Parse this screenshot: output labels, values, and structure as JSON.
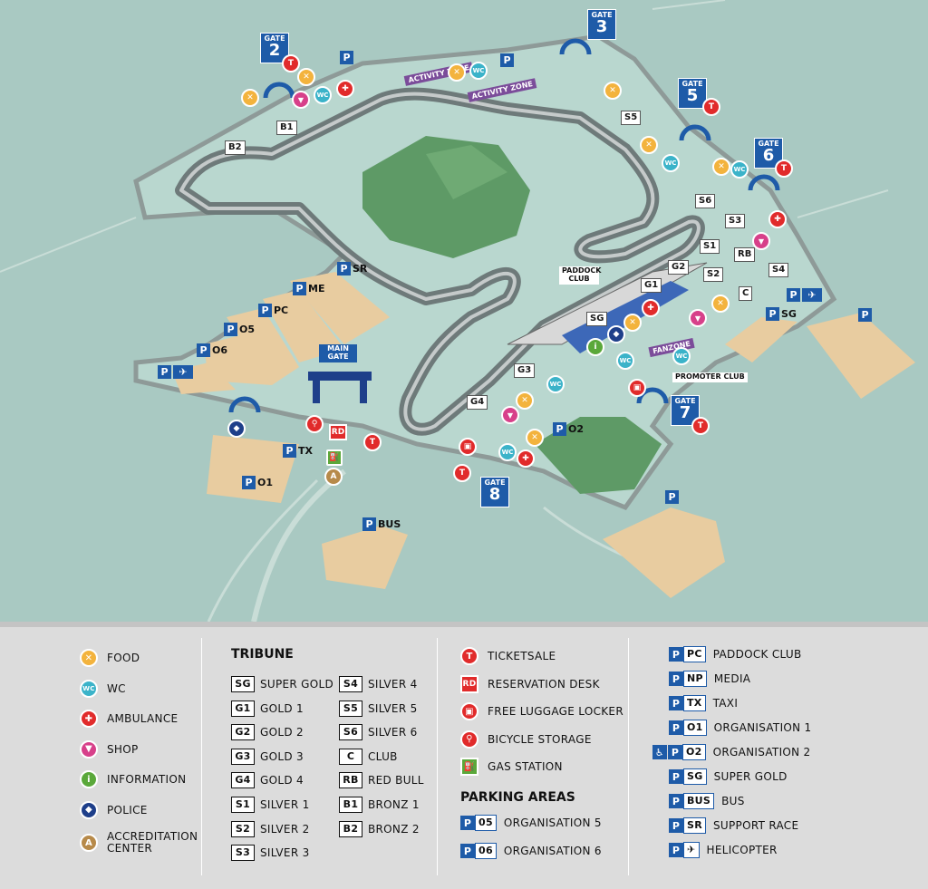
{
  "map": {
    "gates": [
      {
        "id": "gate2",
        "label": "GATE",
        "num": "2"
      },
      {
        "id": "gate3",
        "label": "GATE",
        "num": "3"
      },
      {
        "id": "gate5",
        "label": "GATE",
        "num": "5"
      },
      {
        "id": "gate6",
        "label": "GATE",
        "num": "6"
      },
      {
        "id": "gate7",
        "label": "GATE",
        "num": "7"
      },
      {
        "id": "gate8",
        "label": "GATE",
        "num": "8"
      }
    ],
    "main_gate": "MAIN GATE",
    "paddock_club": "PADDOCK CLUB",
    "promoter_club": "PROMOTER CLUB",
    "fanzone": "FANZONE",
    "activity_zone": "ACTIVITY ZONE",
    "tribunes": [
      "B1",
      "B2",
      "S5",
      "S6",
      "S3",
      "S1",
      "RB",
      "S2",
      "S4",
      "C",
      "G2",
      "G1",
      "SG",
      "G3",
      "G4"
    ],
    "parking": [
      {
        "id": "sr",
        "code": "SR"
      },
      {
        "id": "me",
        "code": "ME"
      },
      {
        "id": "pc",
        "code": "PC"
      },
      {
        "id": "o5",
        "code": "O5"
      },
      {
        "id": "o6",
        "code": "O6"
      },
      {
        "id": "tx",
        "code": "TX"
      },
      {
        "id": "o1",
        "code": "O1"
      },
      {
        "id": "bus",
        "code": "BUS"
      },
      {
        "id": "o2",
        "code": "O2"
      },
      {
        "id": "sg",
        "code": "SG"
      }
    ],
    "p_letter": "P",
    "rd": "RD",
    "t": "T",
    "wc": "WC",
    "a": "A",
    "i": "i"
  },
  "legend": {
    "services": [
      {
        "label": "FOOD",
        "color": "#f3b33d",
        "glyph": "✕",
        "icon": "food-icon"
      },
      {
        "label": "WC",
        "color": "#3bb3c9",
        "glyph": "WC",
        "icon": "wc-icon"
      },
      {
        "label": "AMBULANCE",
        "color": "#e12b2b",
        "glyph": "✚",
        "icon": "ambulance-icon"
      },
      {
        "label": "SHOP",
        "color": "#d7408a",
        "glyph": "▼",
        "icon": "shop-icon"
      },
      {
        "label": "INFORMATION",
        "color": "#5aa83a",
        "glyph": "i",
        "icon": "information-icon"
      },
      {
        "label": "POLICE",
        "color": "#1e3f8a",
        "glyph": "◆",
        "icon": "police-icon"
      },
      {
        "label": "ACCREDITATION CENTER",
        "color": "#b78a4a",
        "glyph": "A",
        "icon": "accreditation-icon"
      }
    ],
    "tribune_title": "TRIBUNE",
    "tribune_col1": [
      {
        "code": "SG",
        "name": "SUPER GOLD"
      },
      {
        "code": "G1",
        "name": "GOLD 1"
      },
      {
        "code": "G2",
        "name": "GOLD 2"
      },
      {
        "code": "G3",
        "name": "GOLD 3"
      },
      {
        "code": "G4",
        "name": "GOLD 4"
      },
      {
        "code": "S1",
        "name": "SILVER 1"
      },
      {
        "code": "S2",
        "name": "SILVER 2"
      },
      {
        "code": "S3",
        "name": "SILVER 3"
      }
    ],
    "tribune_col2": [
      {
        "code": "S4",
        "name": "SILVER 4"
      },
      {
        "code": "S5",
        "name": "SILVER 5"
      },
      {
        "code": "S6",
        "name": "SILVER 6"
      },
      {
        "code": "C",
        "name": "CLUB"
      },
      {
        "code": "RB",
        "name": "RED BULL"
      },
      {
        "code": "B1",
        "name": "BRONZ 1"
      },
      {
        "code": "B2",
        "name": "BRONZ 2"
      }
    ],
    "misc": [
      {
        "label": "TICKETSALE",
        "code": "T",
        "color": "#e12b2b",
        "icon": "ticketsale-icon",
        "round": true
      },
      {
        "label": "RESERVATION DESK",
        "code": "RD",
        "color": "#e12b2b",
        "icon": "reservation-desk-icon",
        "round": false
      },
      {
        "label": "FREE LUGGAGE LOCKER",
        "code": "▣",
        "color": "#e12b2b",
        "icon": "luggage-locker-icon",
        "round": true
      },
      {
        "label": "BICYCLE STORAGE",
        "code": "⚲",
        "color": "#e12b2b",
        "icon": "bicycle-icon",
        "round": true
      },
      {
        "label": "GAS STATION",
        "code": "⛽",
        "color": "#5aa83a",
        "icon": "gas-station-icon",
        "round": false
      }
    ],
    "parking_title": "PARKING AREAS",
    "parking_areas": [
      {
        "code": "05",
        "name": "ORGANISATION 5"
      },
      {
        "code": "06",
        "name": "ORGANISATION 6"
      }
    ],
    "parking_right": [
      {
        "code": "PC",
        "name": "PADDOCK CLUB"
      },
      {
        "code": "NP",
        "name": "MEDIA"
      },
      {
        "code": "TX",
        "name": "TAXI"
      },
      {
        "code": "O1",
        "name": "ORGANISATION 1"
      },
      {
        "code": "O2",
        "name": "ORGANISATION 2"
      },
      {
        "code": "SG",
        "name": "SUPER GOLD"
      },
      {
        "code": "BUS",
        "name": "BUS"
      },
      {
        "code": "SR",
        "name": "SUPPORT RACE"
      },
      {
        "code": "✈",
        "name": "HELICOPTER"
      }
    ],
    "p_letter": "P"
  }
}
